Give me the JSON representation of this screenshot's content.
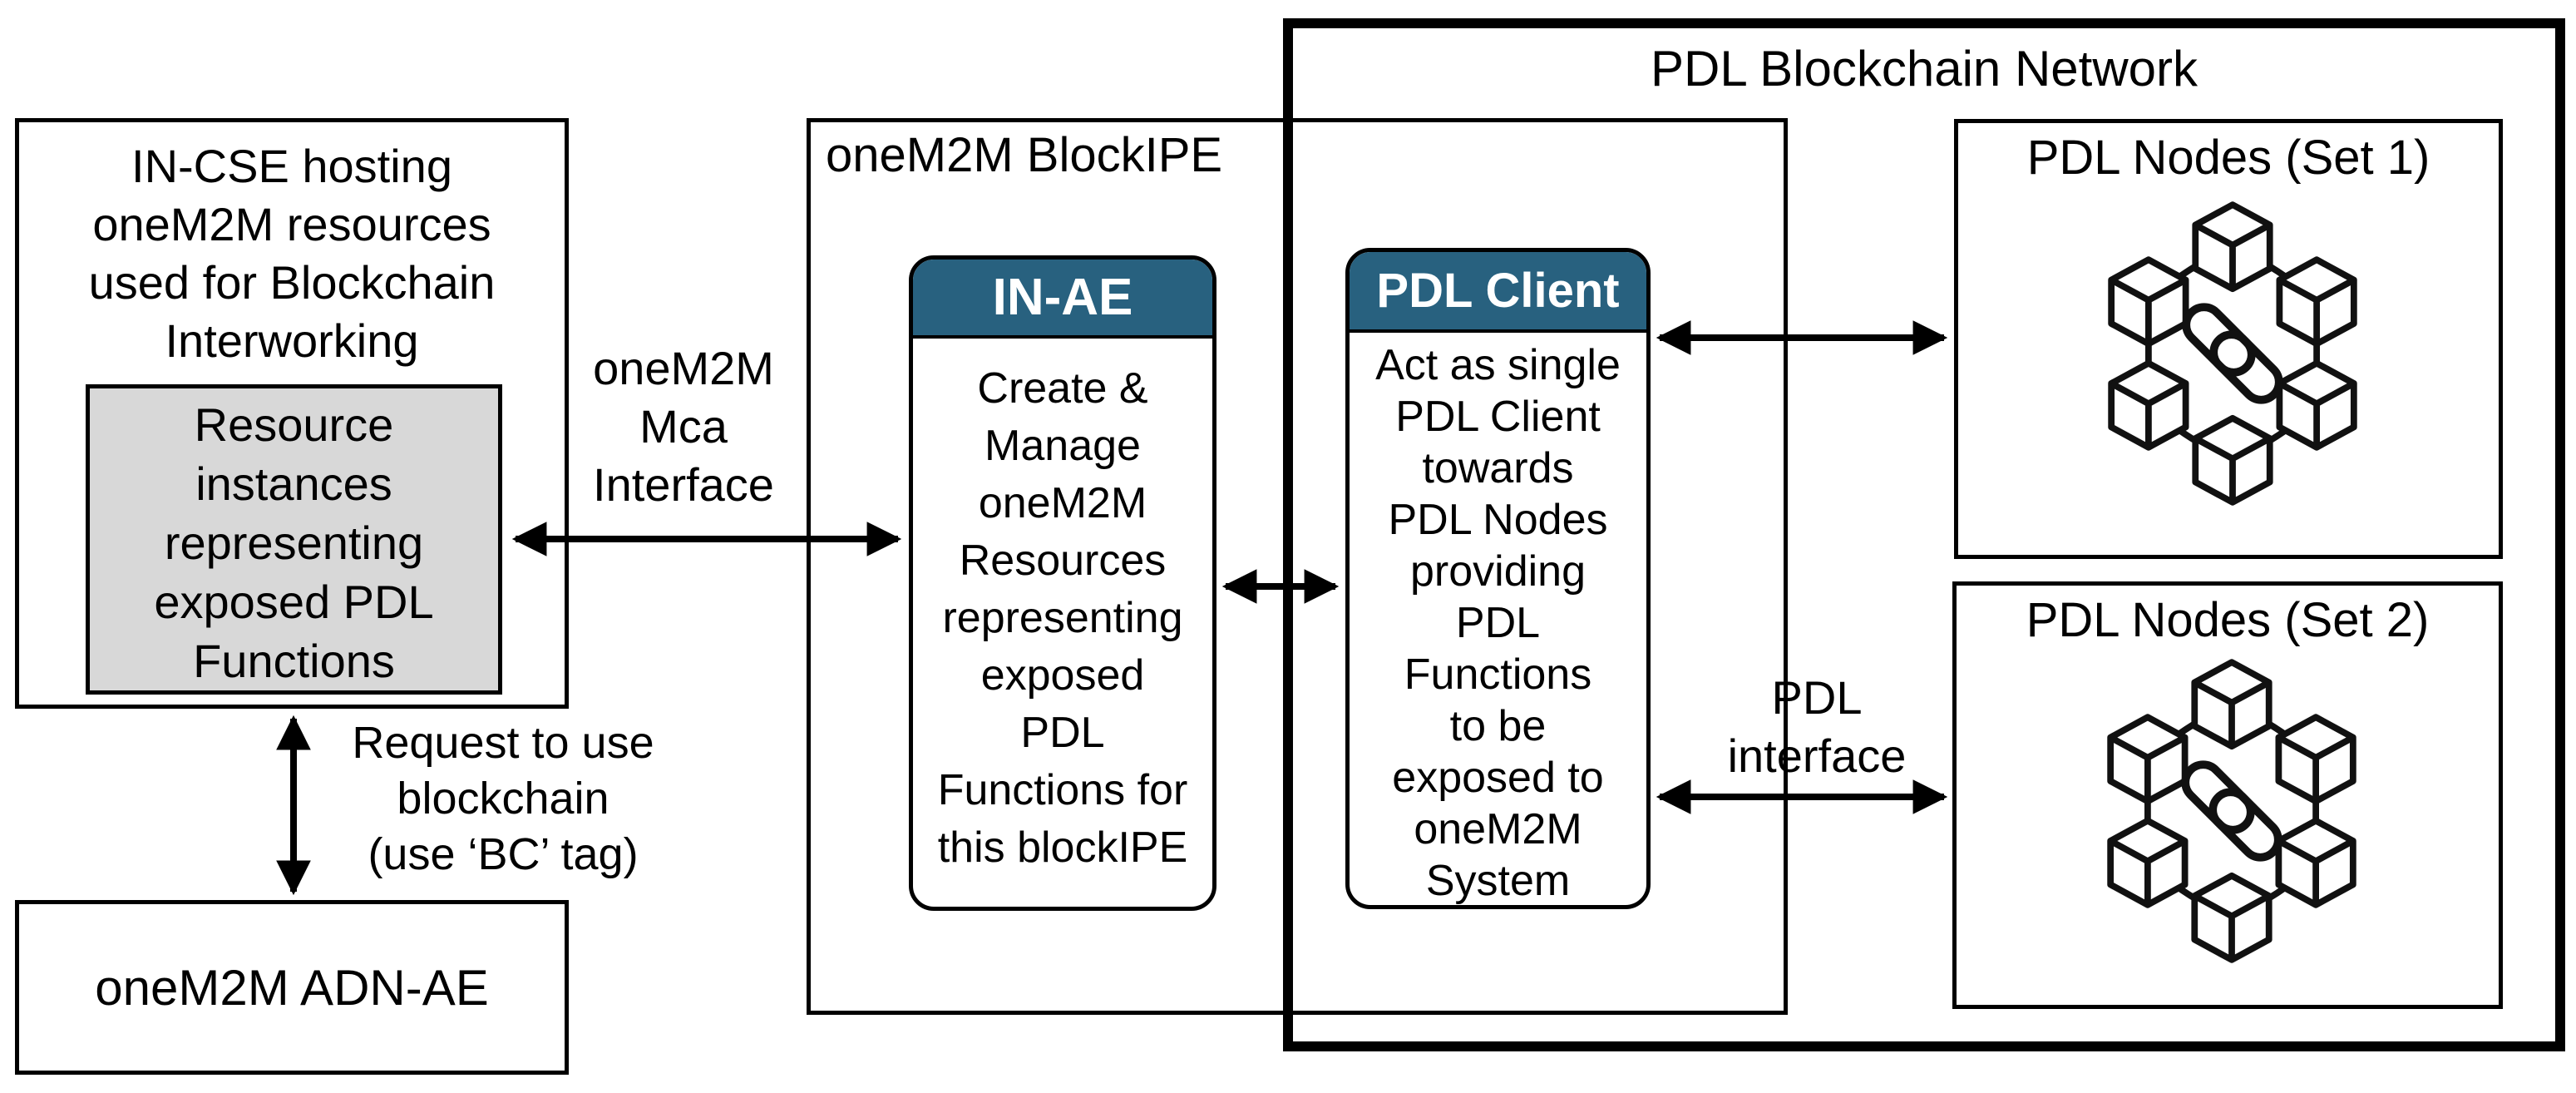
{
  "colors": {
    "accent_teal": "#28617F",
    "gray_fill": "#D8D8D8",
    "line_black": "#000000"
  },
  "boxes": {
    "in_cse": {
      "title": "IN-CSE hosting\noneM2M resources\nused for Blockchain\nInterworking",
      "resource_instances": "Resource\ninstances\nrepresenting\nexposed PDL\nFunctions"
    },
    "adn_ae": {
      "label": "oneM2M ADN-AE"
    },
    "block_ipe": {
      "title": "oneM2M BlockIPE",
      "in_ae": {
        "header": "IN-AE",
        "body": "Create &\nManage\noneM2M\nResources\nrepresenting\nexposed\nPDL\nFunctions for\nthis blockIPE"
      }
    },
    "pdl_network": {
      "title": "PDL Blockchain Network",
      "pdl_client": {
        "header": "PDL Client",
        "body": "Act as single\nPDL Client\ntowards\nPDL Nodes\nproviding\nPDL\nFunctions\nto be\nexposed to\noneM2M\nSystem"
      },
      "nodes_set1": {
        "title": "PDL Nodes (Set 1)",
        "icon": "blockchain-icon"
      },
      "nodes_set2": {
        "title": "PDL Nodes (Set 2)",
        "icon": "blockchain-icon"
      }
    }
  },
  "labels": {
    "mca_interface": "oneM2M\nMca\nInterface",
    "request_blockchain": "Request to use\nblockchain\n(use ‘BC’ tag)",
    "pdl_interface": "PDL\ninterface"
  }
}
